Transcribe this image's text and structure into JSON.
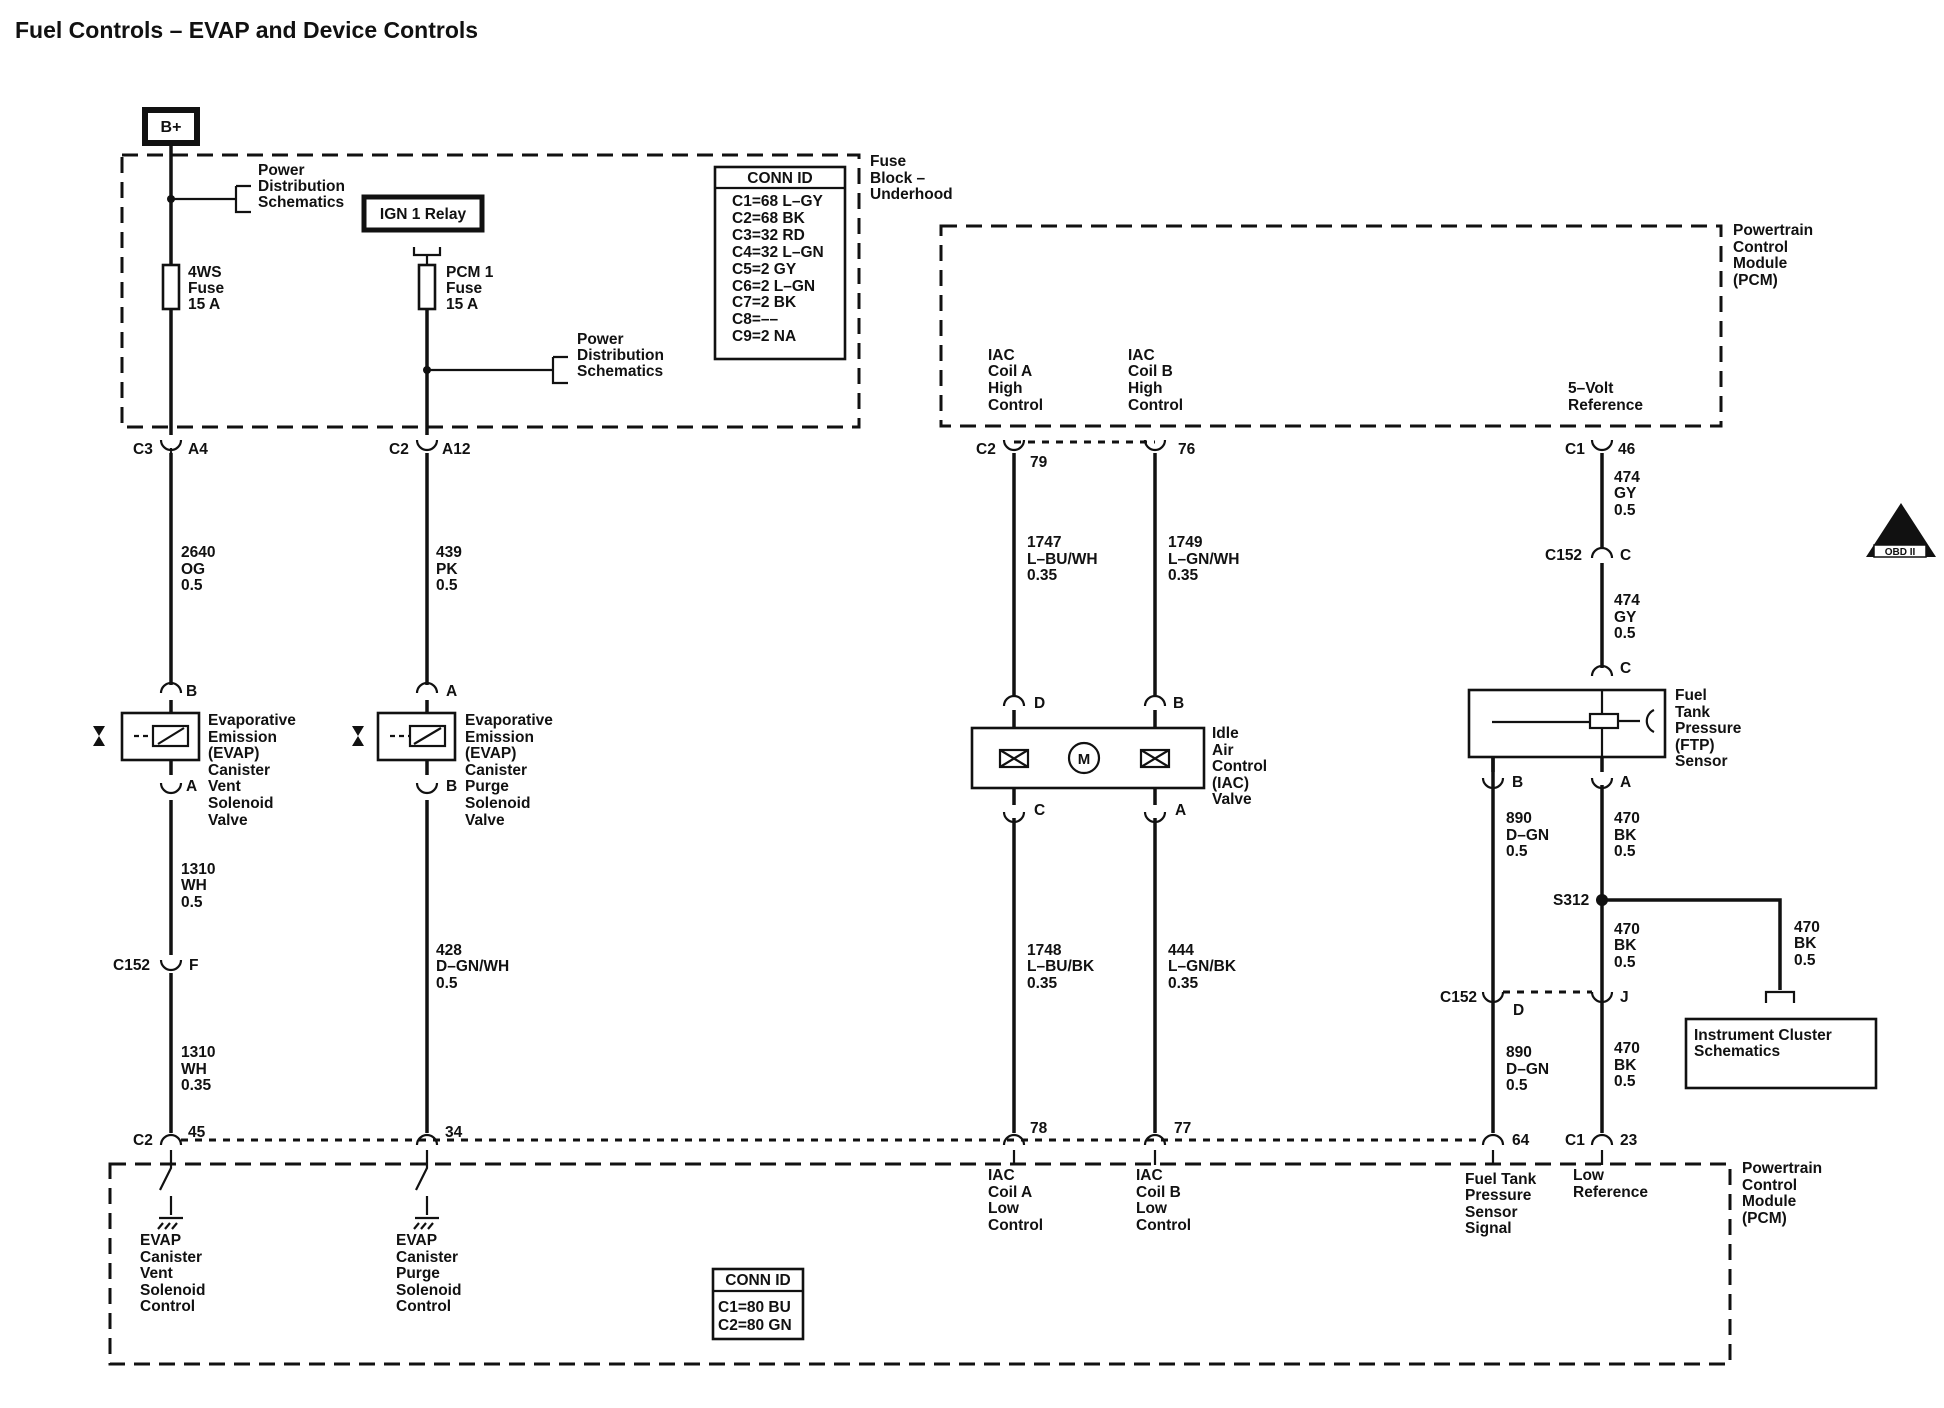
{
  "title": "Fuel Controls – EVAP and Device Controls",
  "b_plus": "B+",
  "ign_relay": "IGN 1 Relay",
  "fuse_block": [
    "Fuse",
    "Block –",
    "Underhood"
  ],
  "pcm_module": [
    "Powertrain",
    "Control",
    "Module",
    "(PCM)"
  ],
  "power_dist": [
    "Power",
    "Distribution",
    "Schematics"
  ],
  "fuse_4ws": [
    "4WS",
    "Fuse",
    "15 A"
  ],
  "fuse_pcm1": [
    "PCM 1",
    "Fuse",
    "15 A"
  ],
  "conn_id_top": {
    "title": "CONN ID",
    "rows": [
      "C1=68 L–GY",
      "C2=68 BK",
      "C3=32 RD",
      "C4=32 L–GN",
      "C5=2 GY",
      "C6=2 L–GN",
      "C7=2 BK",
      "C8=––",
      "C9=2 NA"
    ]
  },
  "conn_id_bottom": {
    "title": "CONN ID",
    "rows": [
      "C1=80 BU",
      "C2=80 GN"
    ]
  },
  "pcm_top_labels": {
    "iac_a_high": [
      "IAC",
      "Coil A",
      "High",
      "Control"
    ],
    "iac_b_high": [
      "IAC",
      "Coil B",
      "High",
      "Control"
    ],
    "five_volt": [
      "5–Volt",
      "Reference"
    ]
  },
  "connectors": {
    "c3": "C3",
    "a4": "A4",
    "c2_a12": "C2",
    "a12": "A12",
    "c2_79": "C2",
    "p79": "79",
    "p76": "76",
    "c1_46": "C1",
    "p46": "46",
    "c152_c": "C152",
    "pin_c1": "C",
    "pin_c2": "C",
    "pin_b_vent": "B",
    "pin_a_vent": "A",
    "pin_a_purge": "A",
    "pin_b_purge": "B",
    "pin_d_iac": "D",
    "pin_b_iac": "B",
    "pin_c_iac": "C",
    "pin_a_iac": "A",
    "pin_b_ftp": "B",
    "pin_a_ftp": "A",
    "c152_f": "C152",
    "pin_f": "F",
    "s312": "S312",
    "c152_d": "C152",
    "pin_d": "D",
    "pin_j": "J",
    "c2_45": "C2",
    "p45": "45",
    "p34": "34",
    "p78": "78",
    "p77": "77",
    "p64": "64",
    "c1_23": "C1",
    "p23": "23"
  },
  "wires": {
    "w2640": [
      "2640",
      "OG",
      "0.5"
    ],
    "w439": [
      "439",
      "PK",
      "0.5"
    ],
    "w1747": [
      "1747",
      "L–BU/WH",
      "0.35"
    ],
    "w1749": [
      "1749",
      "L–GN/WH",
      "0.35"
    ],
    "w474a": [
      "474",
      "GY",
      "0.5"
    ],
    "w474b": [
      "474",
      "GY",
      "0.5"
    ],
    "w1310a": [
      "1310",
      "WH",
      "0.5"
    ],
    "w1310b": [
      "1310",
      "WH",
      "0.35"
    ],
    "w428": [
      "428",
      "D–GN/WH",
      "0.5"
    ],
    "w1748": [
      "1748",
      "L–BU/BK",
      "0.35"
    ],
    "w444": [
      "444",
      "L–GN/BK",
      "0.35"
    ],
    "w890a": [
      "890",
      "D–GN",
      "0.5"
    ],
    "w890b": [
      "890",
      "D–GN",
      "0.5"
    ],
    "w470a": [
      "470",
      "BK",
      "0.5"
    ],
    "w470b": [
      "470",
      "BK",
      "0.5"
    ],
    "w470c": [
      "470",
      "BK",
      "0.5"
    ],
    "w470d": [
      "470",
      "BK",
      "0.5"
    ]
  },
  "components": {
    "evap_vent": [
      "Evaporative",
      "Emission",
      "(EVAP)",
      "Canister",
      "Vent",
      "Solenoid",
      "Valve"
    ],
    "evap_purge": [
      "Evaporative",
      "Emission",
      "(EVAP)",
      "Canister",
      "Purge",
      "Solenoid",
      "Valve"
    ],
    "iac_valve": [
      "Idle",
      "Air",
      "Control",
      "(IAC)",
      "Valve"
    ],
    "iac_motor": "M",
    "ftp_sensor": [
      "Fuel",
      "Tank",
      "Pressure",
      "(FTP)",
      "Sensor"
    ],
    "instrument_cluster": [
      "Instrument Cluster",
      "Schematics"
    ]
  },
  "pcm_bottom_labels": {
    "evap_vent_ctrl": [
      "EVAP",
      "Canister",
      "Vent",
      "Solenoid",
      "Control"
    ],
    "evap_purge_ctrl": [
      "EVAP",
      "Canister",
      "Purge",
      "Solenoid",
      "Control"
    ],
    "iac_a_low": [
      "IAC",
      "Coil A",
      "Low",
      "Control"
    ],
    "iac_b_low": [
      "IAC",
      "Coil B",
      "Low",
      "Control"
    ],
    "ftp_signal": [
      "Fuel Tank",
      "Pressure",
      "Sensor",
      "Signal"
    ],
    "low_ref": [
      "Low",
      "Reference"
    ]
  },
  "obd_badge": "OBD II"
}
